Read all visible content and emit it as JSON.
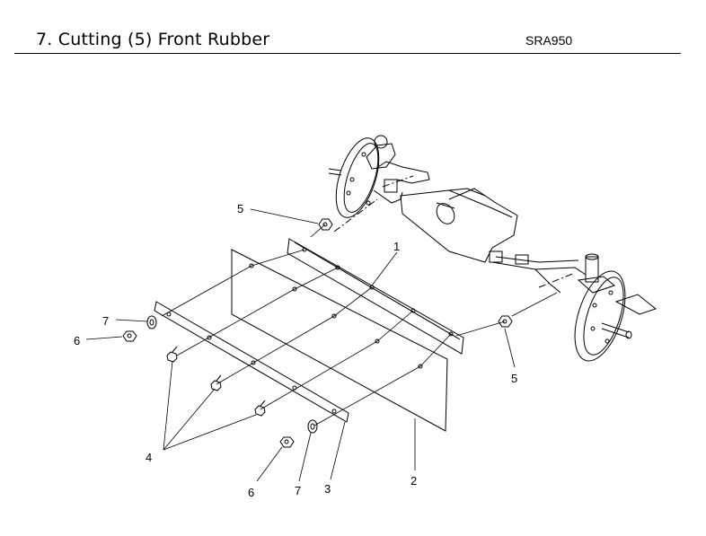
{
  "header": {
    "title": "7. Cutting (5) Front Rubber",
    "model_code": "SRA950"
  },
  "callouts": {
    "part_1": "1",
    "part_2": "2",
    "part_3": "3",
    "part_4": "4",
    "part_5_left": "5",
    "part_5_right": "5",
    "part_6_top": "6",
    "part_6_bottom": "6",
    "part_7_top": "7",
    "part_7_bottom": "7"
  }
}
